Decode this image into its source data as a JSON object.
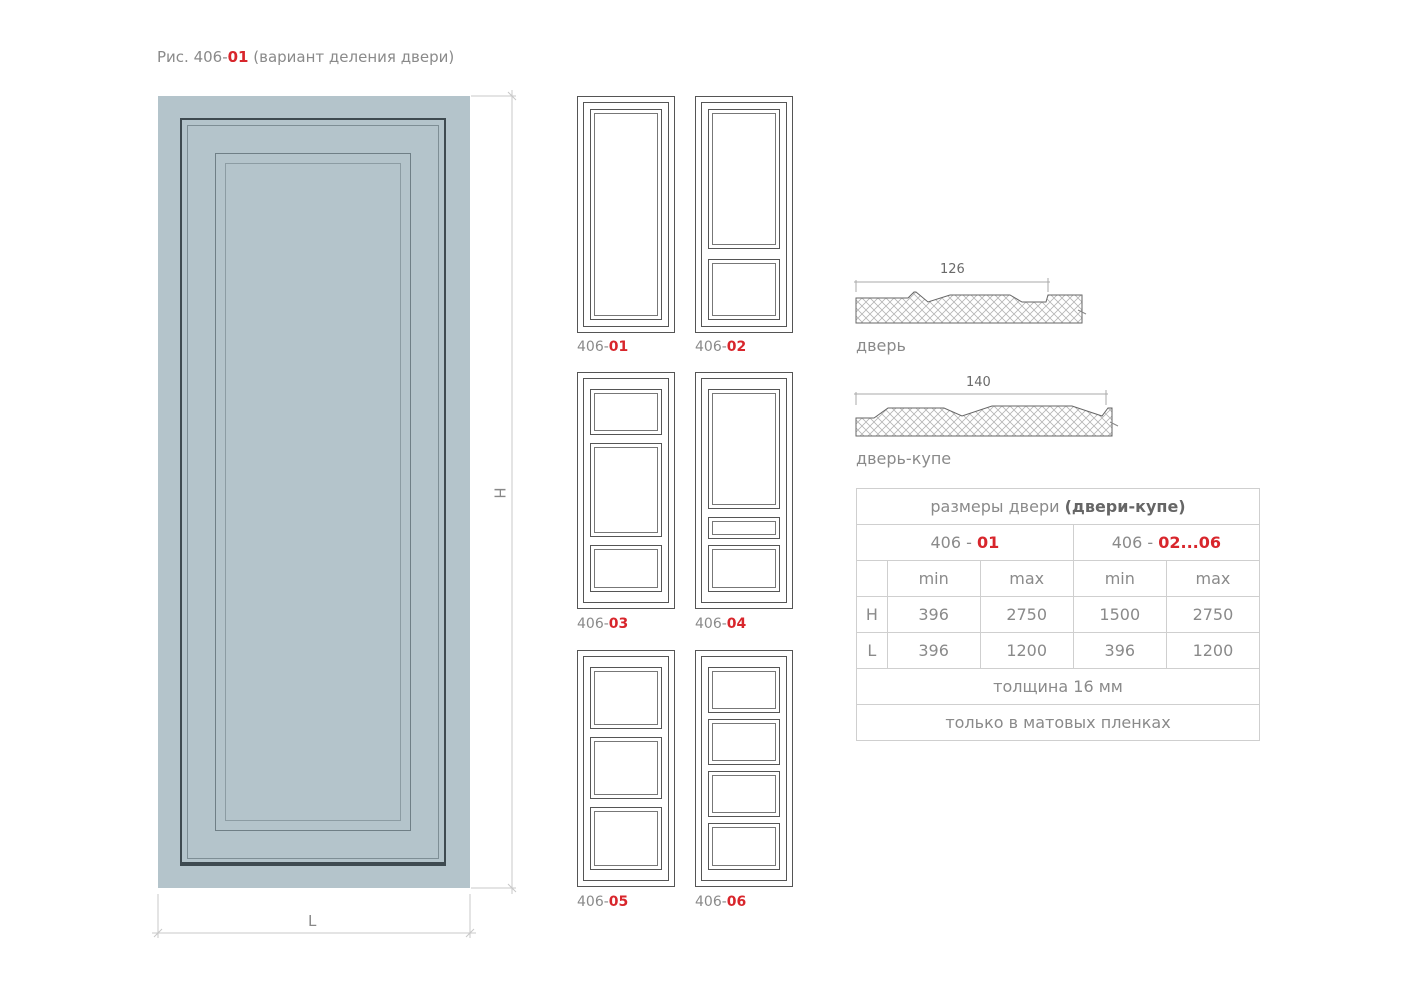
{
  "title": {
    "prefix": "Рис. 406-",
    "code": "01",
    "suffix": " (вариант деления двери)"
  },
  "dimensions": {
    "height_label": "H",
    "width_label": "L"
  },
  "variants": [
    {
      "prefix": "406-",
      "code": "01"
    },
    {
      "prefix": "406-",
      "code": "02"
    },
    {
      "prefix": "406-",
      "code": "03"
    },
    {
      "prefix": "406-",
      "code": "04"
    },
    {
      "prefix": "406-",
      "code": "05"
    },
    {
      "prefix": "406-",
      "code": "06"
    }
  ],
  "profiles": [
    {
      "width": "126",
      "label": "дверь"
    },
    {
      "width": "140",
      "label": "дверь-купе"
    }
  ],
  "table": {
    "title": "размеры двери ",
    "title_bold": "(двери-купе)",
    "group1": {
      "prefix": "406 - ",
      "code": "01"
    },
    "group2": {
      "prefix": "406 - ",
      "code": "02...06"
    },
    "min": "min",
    "max": "max",
    "rows": [
      {
        "label": "H",
        "v": [
          "396",
          "2750",
          "1500",
          "2750"
        ]
      },
      {
        "label": "L",
        "v": [
          "396",
          "1200",
          "396",
          "1200"
        ]
      }
    ],
    "thickness": "толщина 16 мм",
    "note": "только в матовых пленках"
  },
  "colors": {
    "door": "#b4c4cb",
    "accent": "#d8262c"
  }
}
